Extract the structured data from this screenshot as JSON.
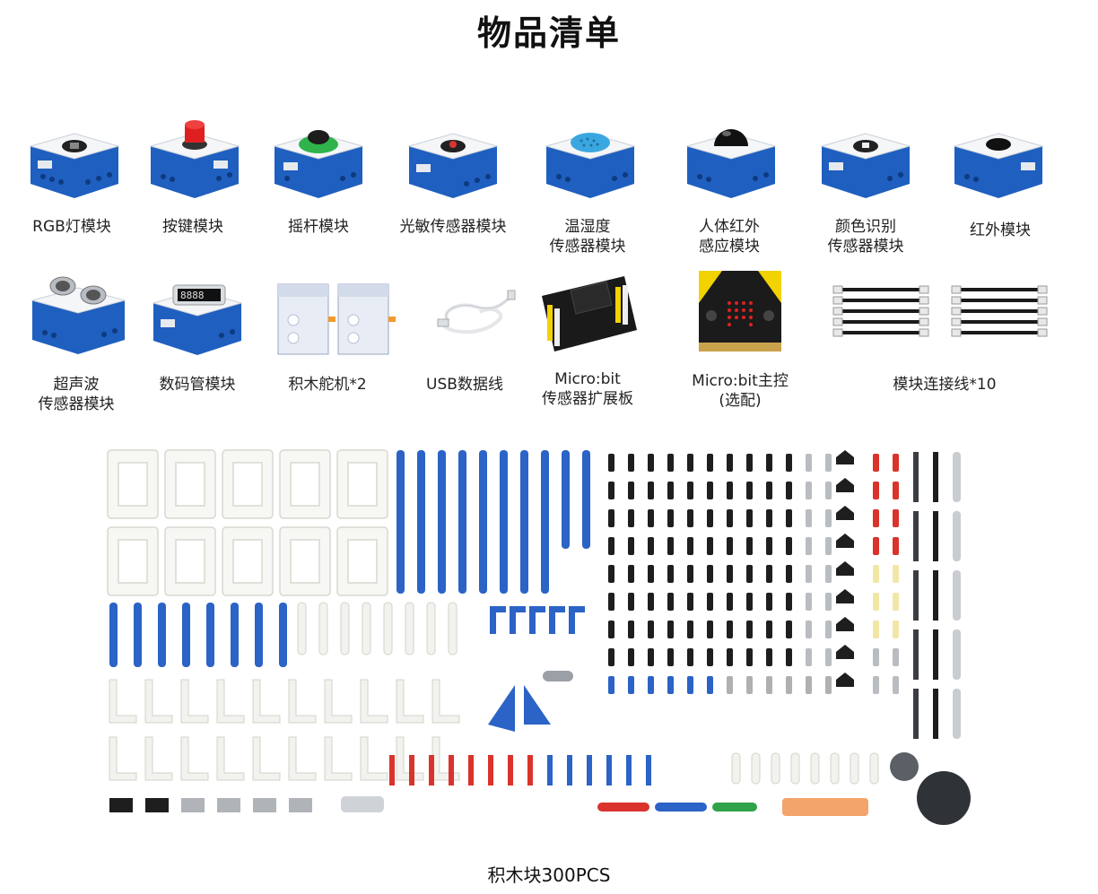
{
  "title": "物品清单",
  "row1": [
    {
      "label": "RGB灯模块",
      "icon": "rgb-led-module"
    },
    {
      "label": "按键模块",
      "icon": "button-module"
    },
    {
      "label": "摇杆模块",
      "icon": "joystick-module"
    },
    {
      "label": "光敏传感器模块",
      "icon": "light-sensor-module"
    },
    {
      "label1": "温湿度",
      "label2": "传感器模块",
      "icon": "temperature-humidity-module"
    },
    {
      "label1": "人体红外",
      "label2": "感应模块",
      "icon": "pir-motion-module"
    },
    {
      "label1": "颜色识别",
      "label2": "传感器模块",
      "icon": "color-sensor-module"
    },
    {
      "label": "红外模块",
      "icon": "infrared-module"
    }
  ],
  "row2": [
    {
      "label1": "超声波",
      "label2": "传感器模块",
      "icon": "ultrasonic-sensor-module"
    },
    {
      "label": "数码管模块",
      "icon": "digital-tube-module"
    },
    {
      "label": "积木舵机*2",
      "icon": "servo-motor"
    },
    {
      "label": "USB数据线",
      "icon": "usb-cable"
    },
    {
      "label1": "Micro:bit",
      "label2": "传感器扩展板",
      "icon": "expansion-board"
    },
    {
      "label1": "Micro:bit主控",
      "label2": "(选配)",
      "icon": "microbit-board"
    },
    {
      "label": "模块连接线*10",
      "icon": "connection-cables"
    }
  ],
  "footer": "积木块300PCS",
  "colors": {
    "module_blue": "#1f5fbf",
    "module_white": "#f4f6f8",
    "beam_blue": "#2b63c6",
    "pin_red": "#d9332b",
    "gear_dark": "#2f3338"
  }
}
